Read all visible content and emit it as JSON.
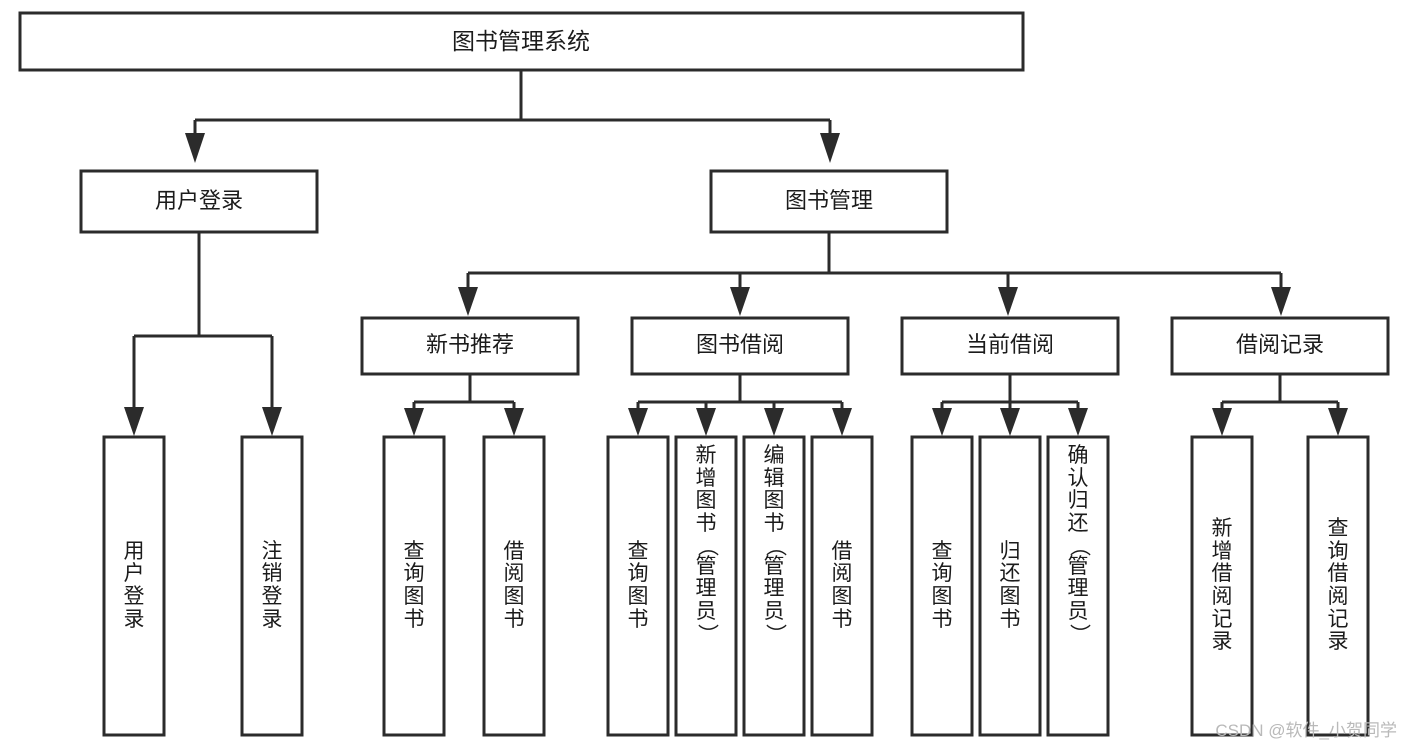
{
  "diagram": {
    "title": "图书管理系统",
    "type": "hierarchy-tree",
    "root": {
      "label": "图书管理系统"
    },
    "level2": [
      {
        "label": "用户登录"
      },
      {
        "label": "图书管理"
      }
    ],
    "level3": [
      {
        "label": "新书推荐"
      },
      {
        "label": "图书借阅"
      },
      {
        "label": "当前借阅"
      },
      {
        "label": "借阅记录"
      }
    ],
    "leaves": {
      "user_login": [
        {
          "label": "用户登录",
          "chars": [
            "用",
            "户",
            "登",
            "录"
          ]
        },
        {
          "label": "注销登录",
          "chars": [
            "注",
            "销",
            "登",
            "录"
          ]
        }
      ],
      "new_book_recommend": [
        {
          "label": "查询图书",
          "chars": [
            "查",
            "询",
            "图",
            "书"
          ]
        },
        {
          "label": "借阅图书",
          "chars": [
            "借",
            "阅",
            "图",
            "书"
          ]
        }
      ],
      "book_borrow": [
        {
          "label": "查询图书",
          "chars": [
            "查",
            "询",
            "图",
            "书"
          ]
        },
        {
          "label": "新增图书（管理员）",
          "chars": [
            "新",
            "增",
            "图",
            "书",
            "（",
            "管",
            "理",
            "员",
            "）"
          ]
        },
        {
          "label": "编辑图书（管理员）",
          "chars": [
            "编",
            "辑",
            "图",
            "书",
            "（",
            "管",
            "理",
            "员",
            "）"
          ]
        },
        {
          "label": "借阅图书",
          "chars": [
            "借",
            "阅",
            "图",
            "书"
          ]
        }
      ],
      "current_borrow": [
        {
          "label": "查询图书",
          "chars": [
            "查",
            "询",
            "图",
            "书"
          ]
        },
        {
          "label": "归还图书",
          "chars": [
            "归",
            "还",
            "图",
            "书"
          ]
        },
        {
          "label": "确认归还（管理员）",
          "chars": [
            "确",
            "认",
            "归",
            "还",
            "（",
            "管",
            "理",
            "员",
            "）"
          ]
        }
      ],
      "borrow_record": [
        {
          "label": "新增借阅记录",
          "chars": [
            "新",
            "增",
            "借",
            "阅",
            "记",
            "录"
          ]
        },
        {
          "label": "查询借阅记录",
          "chars": [
            "查",
            "询",
            "借",
            "阅",
            "记",
            "录"
          ]
        }
      ]
    }
  },
  "watermark": {
    "text": "CSDN @软件_小贺同学"
  },
  "colors": {
    "stroke": "#2b2b2b",
    "fill": "#ffffff",
    "text": "#1b1b1b",
    "watermark": "#b9b9b9"
  }
}
